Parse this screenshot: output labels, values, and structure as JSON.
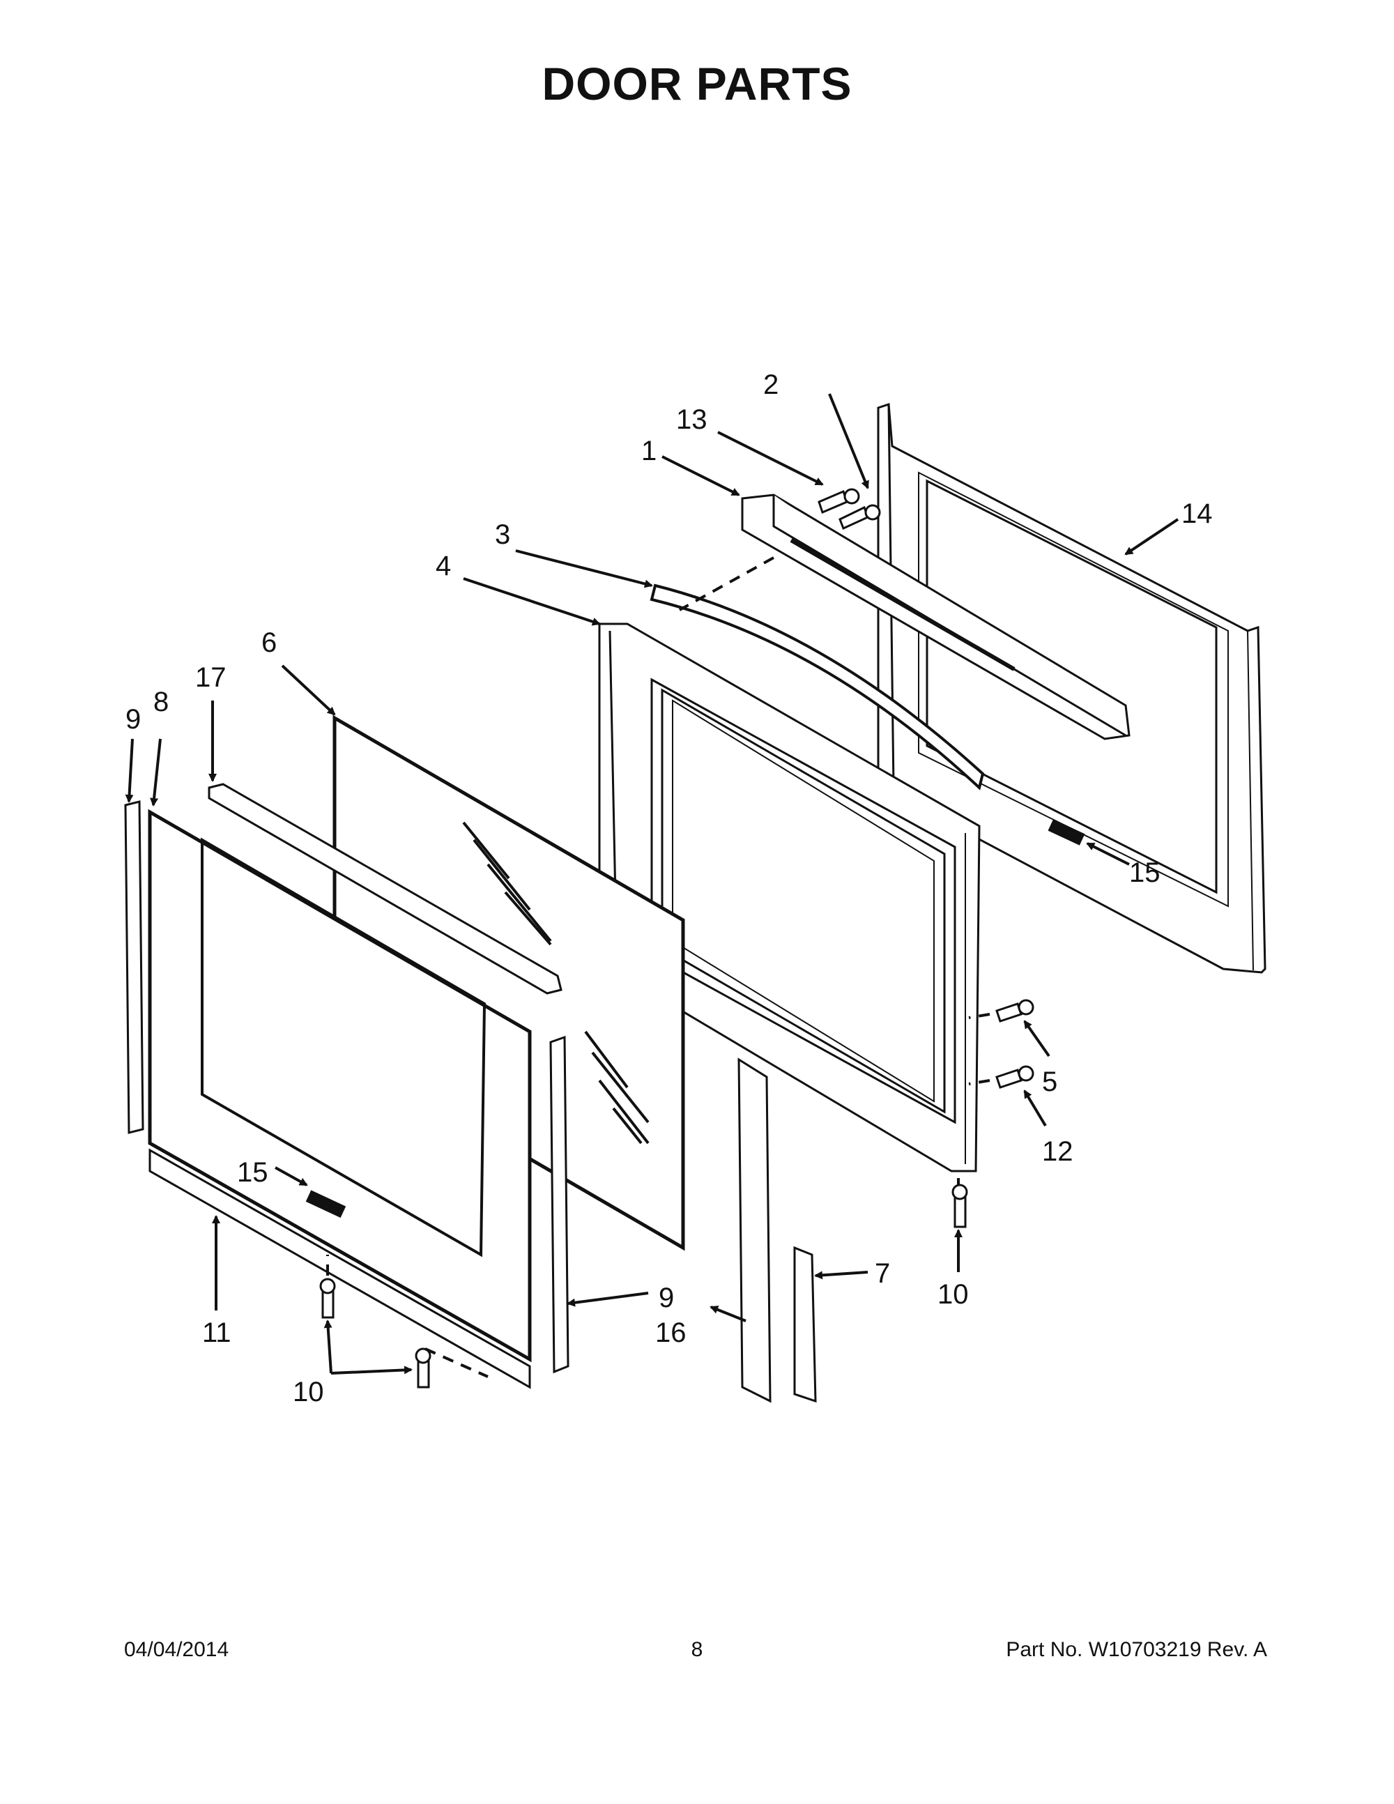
{
  "title": "DOOR PARTS",
  "callouts": {
    "c1": "1",
    "c2": "2",
    "c3": "3",
    "c4": "4",
    "c5": "5",
    "c6": "6",
    "c7": "7",
    "c8": "8",
    "c9a": "9",
    "c9b": "9",
    "c10a": "10",
    "c10b": "10",
    "c11": "11",
    "c12": "12",
    "c13": "13",
    "c14": "14",
    "c15a": "15",
    "c15b": "15",
    "c16": "16",
    "c17": "17"
  },
  "footer": {
    "date": "04/04/2014",
    "page": "8",
    "part": "Part No.  W10703219  Rev.  A"
  }
}
